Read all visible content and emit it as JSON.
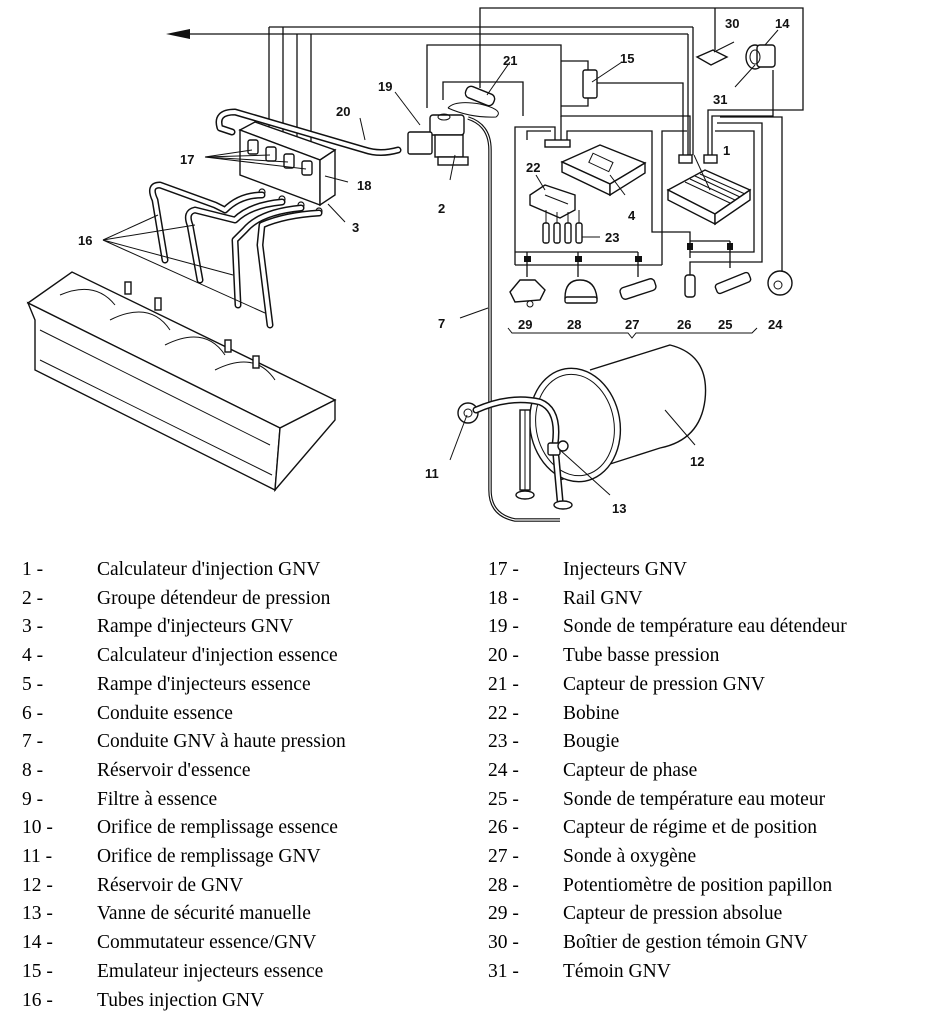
{
  "diagram": {
    "title_visible": false,
    "callouts": {
      "c1": "1",
      "c2": "2",
      "c3": "3",
      "c4": "4",
      "c7": "7",
      "c11": "11",
      "c12": "12",
      "c13": "13",
      "c14": "14",
      "c15": "15",
      "c16": "16",
      "c17": "17",
      "c18": "18",
      "c19": "19",
      "c20": "20",
      "c21": "21",
      "c22": "22",
      "c23": "23",
      "c24": "24",
      "c25": "25",
      "c26": "26",
      "c27": "27",
      "c28": "28",
      "c29": "29",
      "c30": "30",
      "c31": "31"
    }
  },
  "legend": {
    "left": [
      {
        "num": "1 -",
        "label": "Calculateur d'injection GNV"
      },
      {
        "num": "2 -",
        "label": "Groupe détendeur de pression"
      },
      {
        "num": "3 -",
        "label": "Rampe d'injecteurs GNV"
      },
      {
        "num": "4 -",
        "label": "Calculateur d'injection essence"
      },
      {
        "num": "5 -",
        "label": "Rampe d'injecteurs essence"
      },
      {
        "num": "6 -",
        "label": "Conduite essence"
      },
      {
        "num": "7 -",
        "label": "Conduite GNV à haute pression"
      },
      {
        "num": "8 -",
        "label": "Réservoir d'essence"
      },
      {
        "num": "9 -",
        "label": "Filtre à essence"
      },
      {
        "num": "10 -",
        "label": "Orifice de remplissage essence"
      },
      {
        "num": "11 -",
        "label": "Orifice de remplissage GNV"
      },
      {
        "num": "12 -",
        "label": "Réservoir de GNV"
      },
      {
        "num": "13 -",
        "label": "Vanne de sécurité manuelle"
      },
      {
        "num": "14 -",
        "label": "Commutateur essence/GNV"
      },
      {
        "num": "15 -",
        "label": "Emulateur injecteurs essence"
      },
      {
        "num": "16 -",
        "label": "Tubes injection GNV"
      }
    ],
    "right": [
      {
        "num": "17 -",
        "label": "Injecteurs GNV"
      },
      {
        "num": "18 -",
        "label": "Rail GNV"
      },
      {
        "num": "19 -",
        "label": "Sonde de température eau détendeur"
      },
      {
        "num": "20 -",
        "label": "Tube basse pression"
      },
      {
        "num": "21 -",
        "label": "Capteur de pression GNV"
      },
      {
        "num": "22 -",
        "label": "Bobine"
      },
      {
        "num": "23 -",
        "label": "Bougie"
      },
      {
        "num": "24 -",
        "label": "Capteur de phase"
      },
      {
        "num": "25 -",
        "label": "Sonde de température eau moteur"
      },
      {
        "num": "26 -",
        "label": "Capteur de régime et de position"
      },
      {
        "num": "27 -",
        "label": "Sonde à oxygène"
      },
      {
        "num": "28 -",
        "label": "Potentiomètre de position papillon"
      },
      {
        "num": "29 -",
        "label": "Capteur de pression absolue"
      },
      {
        "num": "30 -",
        "label": "Boîtier de gestion témoin GNV"
      },
      {
        "num": "31 -",
        "label": "Témoin GNV"
      }
    ]
  }
}
